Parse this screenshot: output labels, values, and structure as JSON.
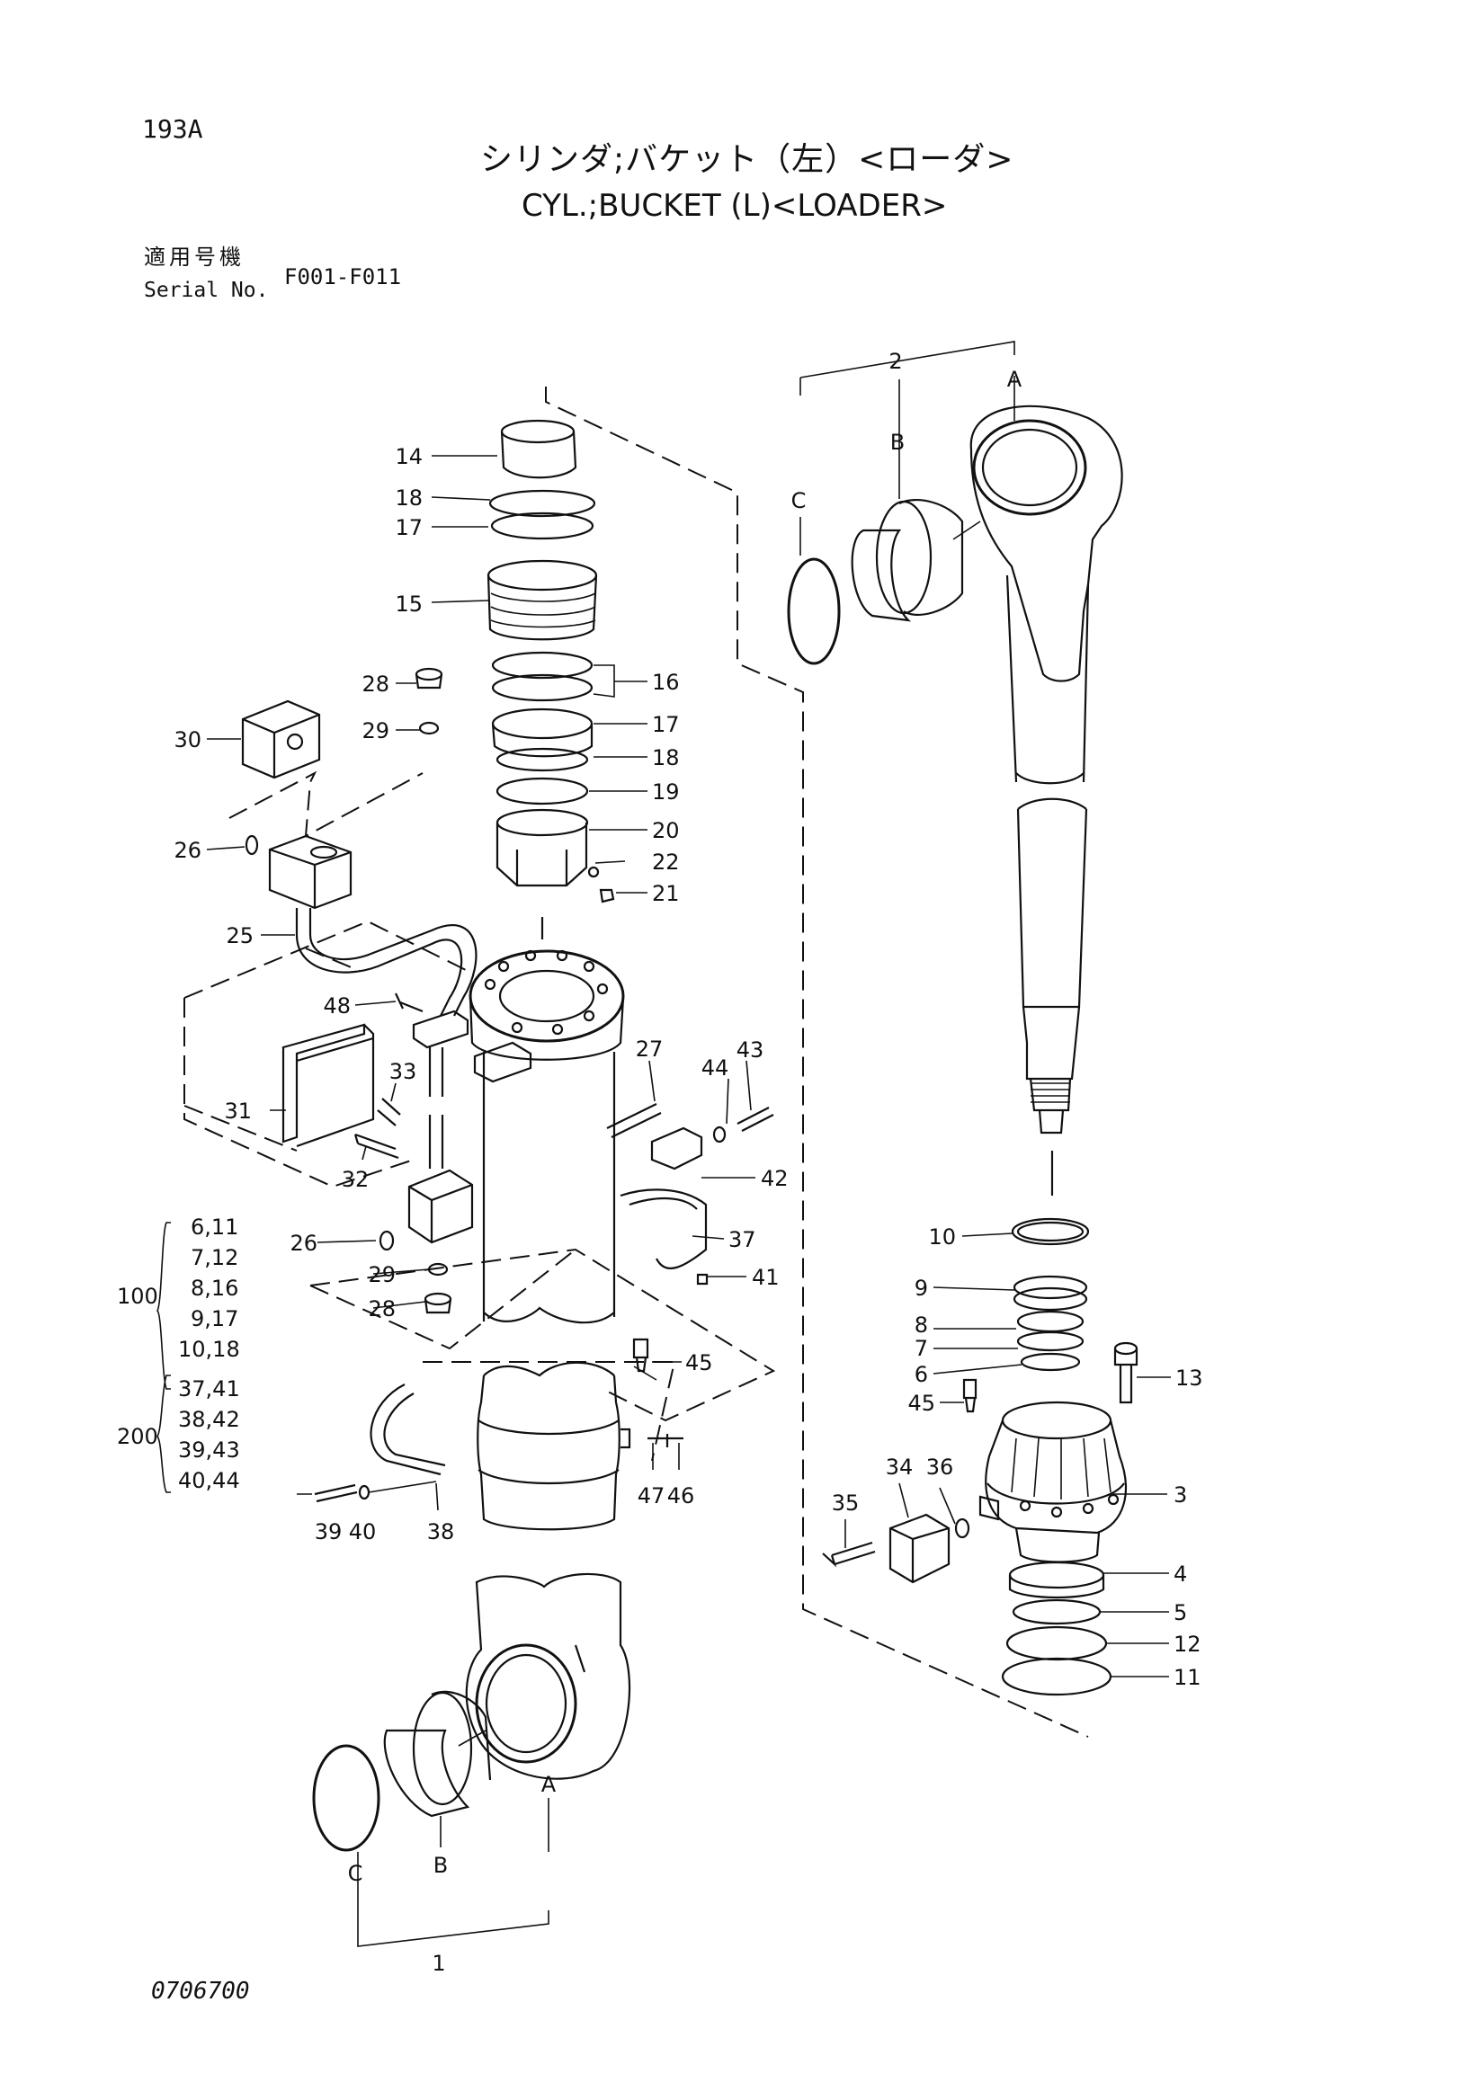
{
  "header": {
    "page_id": "193A",
    "title_jp": "シリンダ;バケット（左）<ローダ>",
    "title_en": "CYL.;BUCKET (L)<LOADER>",
    "serial_label_jp": "適用号機",
    "serial_label_en": "Serial No.",
    "serial_range": "F001-F011"
  },
  "footer": {
    "code": "0706700"
  },
  "kits": {
    "k100": {
      "number": "100",
      "items": [
        "6,11",
        "7,12",
        "8,16",
        "9,17",
        "10,18"
      ]
    },
    "k200": {
      "number": "200",
      "items": [
        "37,41",
        "38,42",
        "39,43",
        "40,44"
      ]
    }
  },
  "callouts": {
    "c1": "1",
    "c2": "2",
    "c3": "3",
    "c4": "4",
    "c5": "5",
    "c6": "6",
    "c7": "7",
    "c8": "8",
    "c9": "9",
    "c10": "10",
    "c11": "11",
    "c12": "12",
    "c13": "13",
    "c14": "14",
    "c15": "15",
    "c16": "16",
    "c17a": "17",
    "c17b": "17",
    "c18a": "18",
    "c18b": "18",
    "c19": "19",
    "c20": "20",
    "c21": "21",
    "c22": "22",
    "c25": "25",
    "c26a": "26",
    "c26b": "26",
    "c27": "27",
    "c28a": "28",
    "c28b": "28",
    "c29a": "29",
    "c29b": "29",
    "c30": "30",
    "c31": "31",
    "c32": "32",
    "c33": "33",
    "c34": "34",
    "c35": "35",
    "c36": "36",
    "c37": "37",
    "c38": "38",
    "c39": "39",
    "c40": "40",
    "c41": "41",
    "c42": "42",
    "c43": "43",
    "c44": "44",
    "c45a": "45",
    "c45b": "45",
    "c46": "46",
    "c47": "47",
    "c48": "48",
    "rodA": "A",
    "rodB": "B",
    "rodC": "C",
    "tubeA": "A",
    "tubeB": "B",
    "tubeC": "C"
  }
}
